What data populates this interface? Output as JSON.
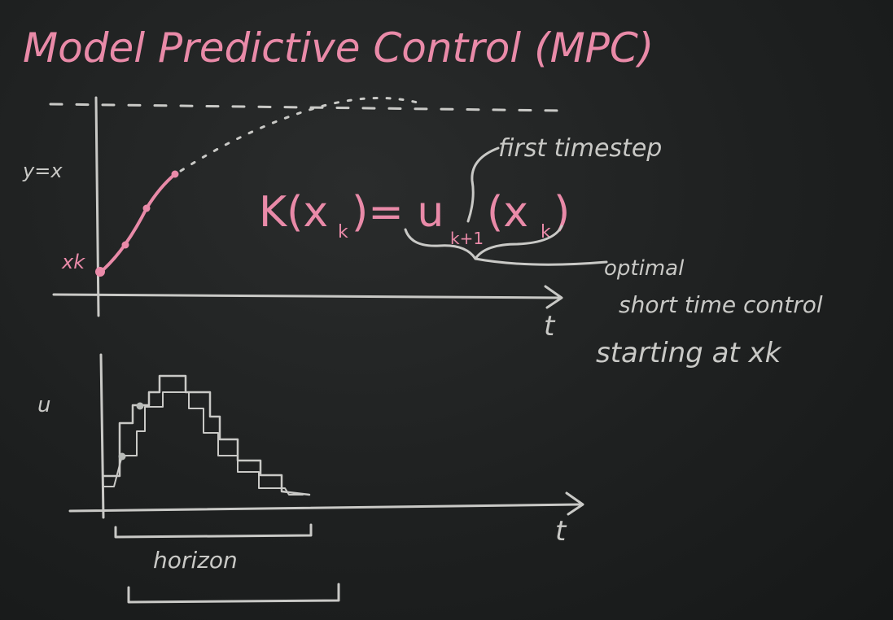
{
  "title": "Model Predictive Control (MPC)",
  "labels": {
    "y_axis": "y=x",
    "initial_state": "xk",
    "t_top": "t",
    "t_bottom": "t",
    "u_axis": "u",
    "horizon": "horizon"
  },
  "equation": {
    "lhs": "K(x",
    "lhs_sub": "k",
    "mid": ")= u",
    "u_sub": "k+1",
    "rhs": "(x",
    "rhs_sub": "k",
    "close": ")"
  },
  "annotations": {
    "first_timestep": "first timestep",
    "optimal_line1": "optimal",
    "optimal_line2": "short time control",
    "optimal_line3": "starting at xk"
  },
  "colors": {
    "board": "#1b1d1d",
    "chalk_white": "#c9c9c6",
    "chalk_pink": "#e98aa8"
  }
}
